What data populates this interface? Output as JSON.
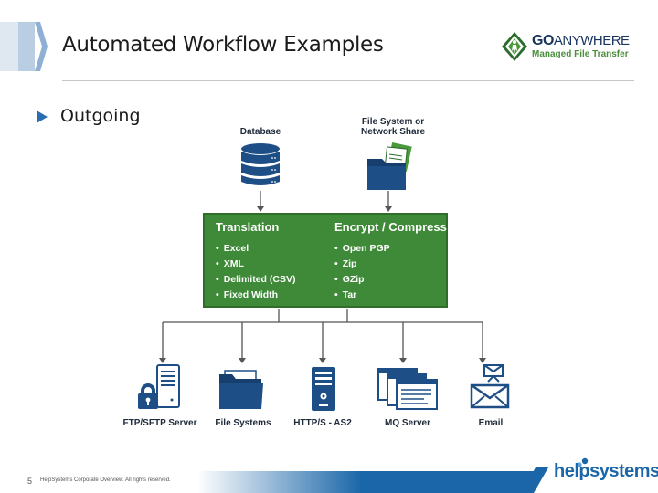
{
  "header": {
    "title": "Automated Workflow Examples",
    "logo_go": "GO",
    "logo_anywhere": "ANYWHERE",
    "logo_tagline": "Managed File Transfer"
  },
  "section": {
    "subheading": "Outgoing"
  },
  "sources": [
    {
      "label": "Database",
      "icon": "database-icon"
    },
    {
      "label": "File System or Network Share",
      "icon": "folder-icon"
    }
  ],
  "process": {
    "translation": {
      "heading": "Translation",
      "items": [
        "Excel",
        "XML",
        "Delimited (CSV)",
        "Fixed Width"
      ]
    },
    "encrypt": {
      "heading": "Encrypt / Compress",
      "items": [
        "Open PGP",
        "Zip",
        "GZip",
        "Tar"
      ]
    }
  },
  "destinations": [
    {
      "label": "FTP/SFTP Server",
      "icon": "ftp-server-icon"
    },
    {
      "label": "File Systems",
      "icon": "folder-icon"
    },
    {
      "label": "HTTP/S - AS2",
      "icon": "server-tower-icon"
    },
    {
      "label": "MQ Server",
      "icon": "message-queue-icon"
    },
    {
      "label": "Email",
      "icon": "email-icon"
    }
  ],
  "footer": {
    "page_number": "5",
    "text": "HelpSystems Corporate Overview. All rights reserved.",
    "logo": "helpsystems"
  },
  "colors": {
    "accent_blue": "#1a66a8",
    "process_green": "#3f8a38",
    "icon_navy": "#1d4e86"
  }
}
